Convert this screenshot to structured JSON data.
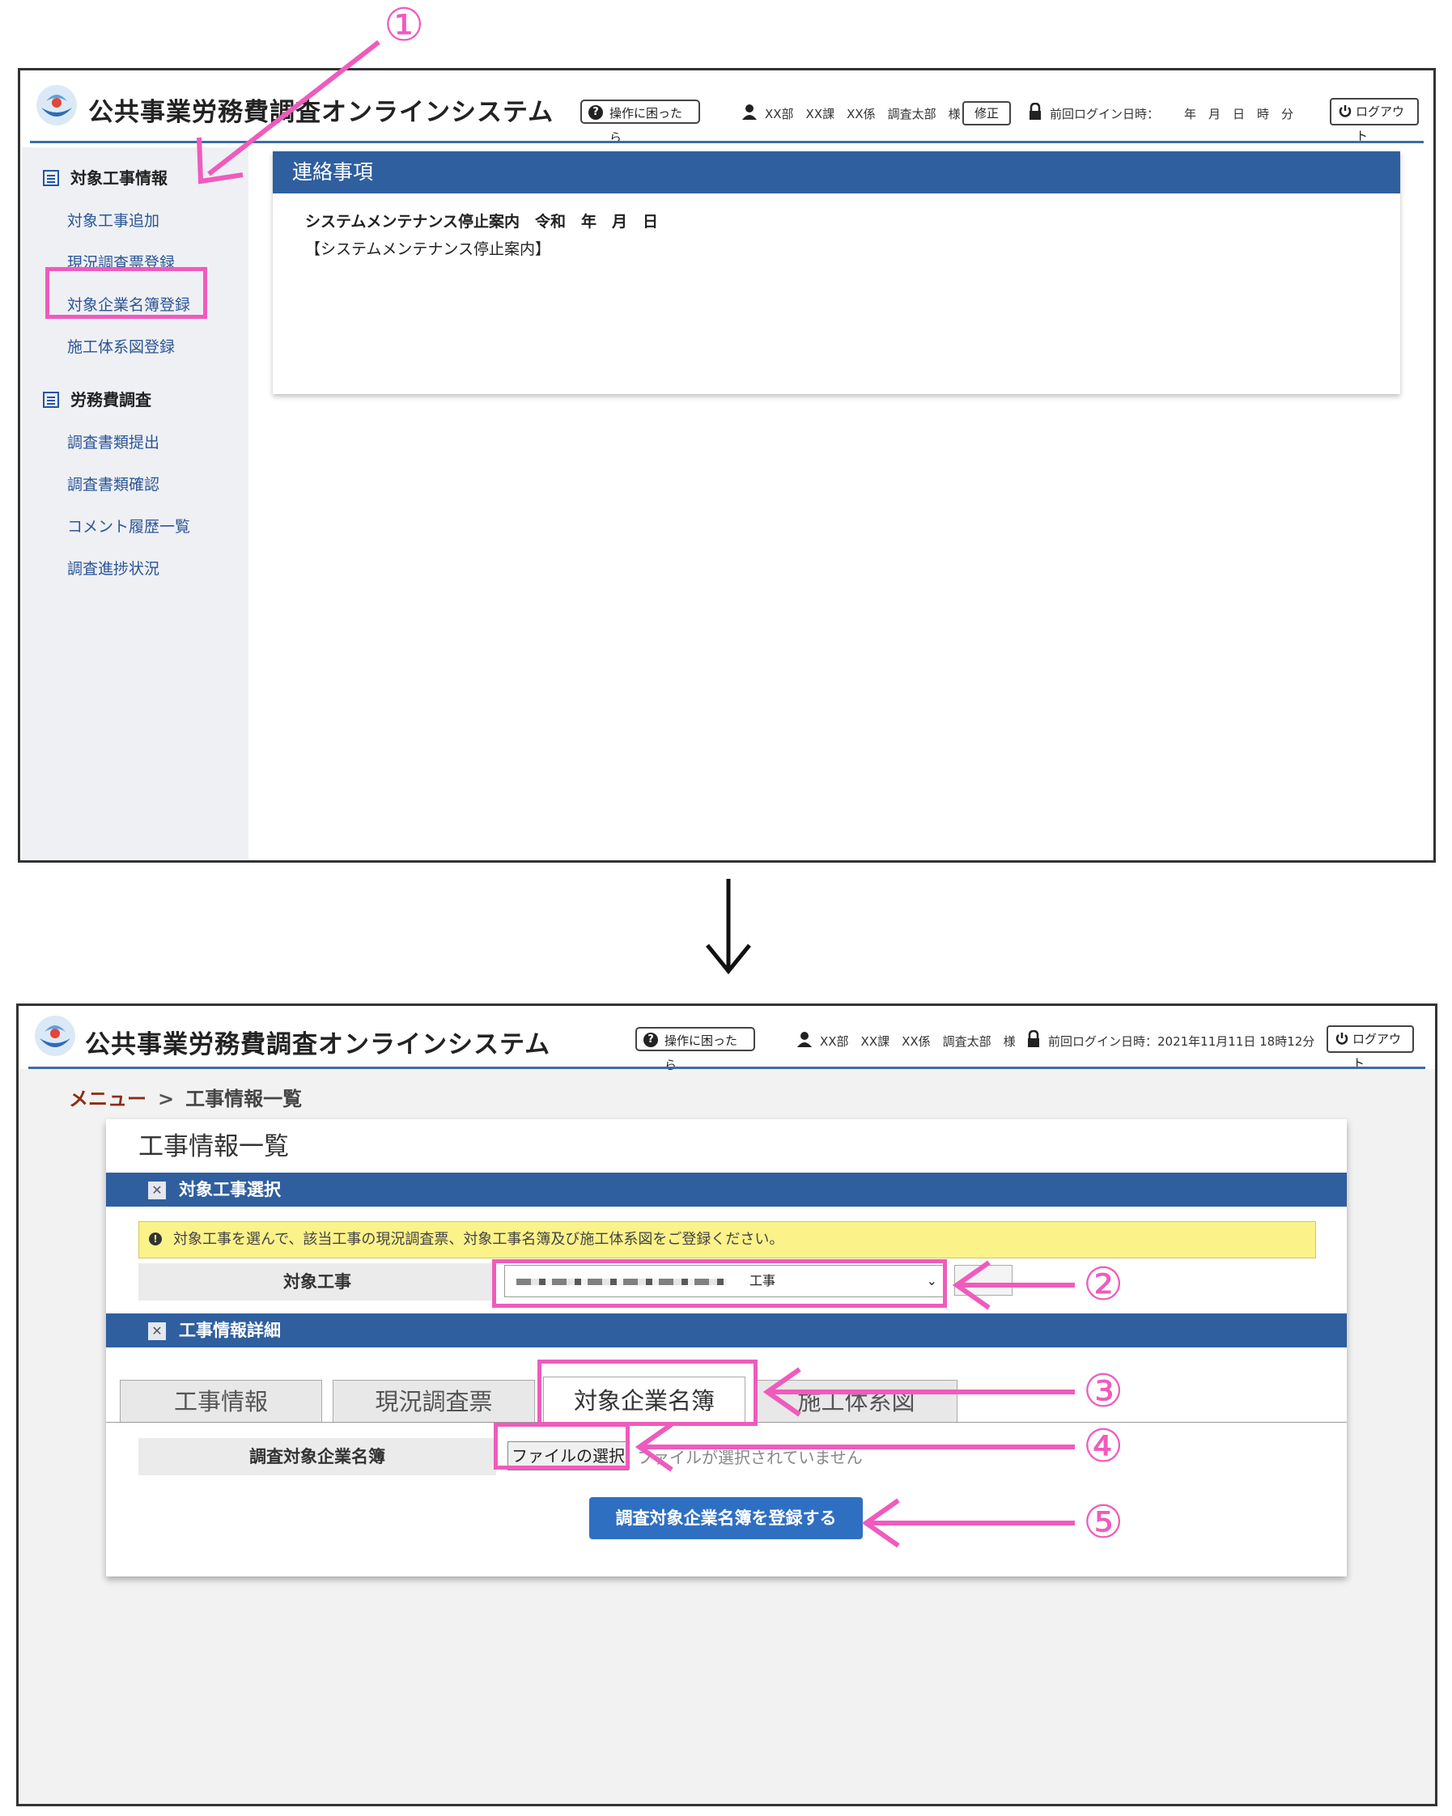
{
  "app": {
    "title": "公共事業労務費調査オンラインシステム",
    "help_label": "操作に困ったら",
    "logout_label": "ログアウト"
  },
  "top_screen": {
    "user": "XX部　XX課　XX係　調査太部　様",
    "edit_label": "修正",
    "last_login_label": "前回ログイン日時：",
    "last_login_value": "年　月　日　時　分",
    "sidebar": {
      "section1": "対象工事情報",
      "section1_items": [
        "対象工事追加",
        "現況調査票登録",
        "対象企業名簿登録",
        "施工体系図登録"
      ],
      "section2": "労務費調査",
      "section2_items": [
        "調査書類提出",
        "調査書類確認",
        "コメント履歴一覧",
        "調査進捗状況"
      ]
    },
    "notice": {
      "header": "連絡事項",
      "line1": "システムメンテナンス停止案内　令和　年　月　日",
      "line2": "【システムメンテナンス停止案内】"
    }
  },
  "bottom_screen": {
    "user": "XX部　XX課　XX係　調査太部　様",
    "last_login": "前回ログイン日時：2021年11月11日 18時12分",
    "breadcrumb": {
      "menu": "メニュー",
      "sep": ">",
      "page": "工事情報一覧"
    },
    "page_title": "工事情報一覧",
    "section1": "対象工事選択",
    "alert": "対象工事を選んで、該当工事の現況調査票、対象工事名簿及び施工体系図をご登録ください。",
    "field_label": "対象工事",
    "select_value": "工事",
    "section2": "工事情報詳細",
    "tabs": [
      "工事情報",
      "現況調査票",
      "対象企業名簿",
      "施工体系図"
    ],
    "file_label": "調査対象企業名簿",
    "file_button": "ファイルの選択",
    "file_status": "ファイルが選択されていません",
    "submit": "調査対象企業名簿を登録する"
  },
  "annotations": {
    "n1": "①",
    "n2": "②",
    "n3": "③",
    "n4": "④",
    "n5": "⑤",
    "accent": "#ef5bbd"
  },
  "transition_arrow": "↓",
  "icons": [
    "logo-icon",
    "question-icon",
    "user-icon",
    "lock-icon",
    "power-icon",
    "list-icon",
    "close-icon",
    "info-icon",
    "chevron-down-icon"
  ]
}
